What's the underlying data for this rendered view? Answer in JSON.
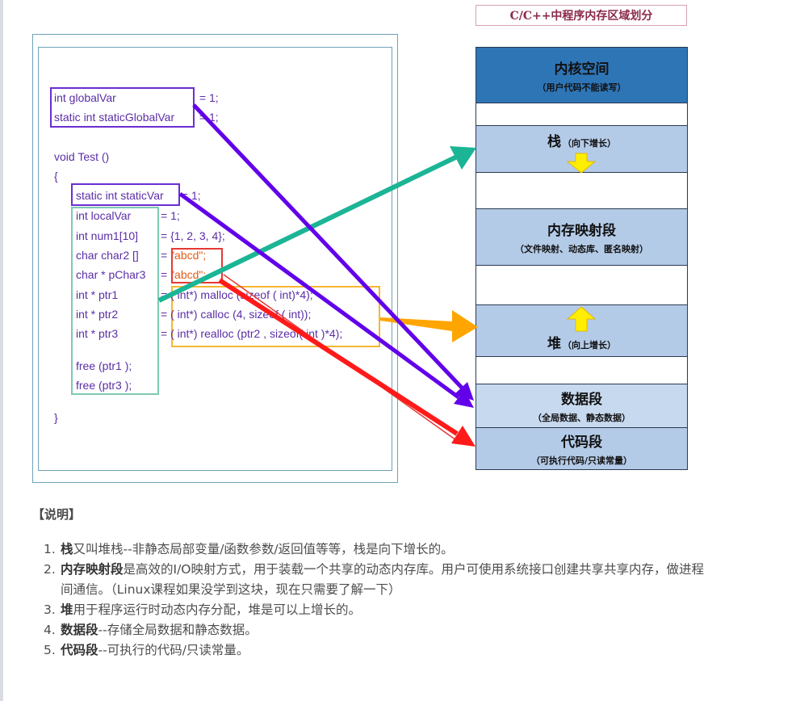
{
  "title": "C/C++中程序内存区域划分",
  "code": {
    "line_global_a": "int globalVar",
    "line_global_b": " = 1;",
    "line_static_global_a": "static int staticGlobalVar",
    "line_static_global_b": " = 1;",
    "line_void": "void Test ()",
    "line_open": "{",
    "line_static_a": "static int staticVar",
    "line_static_b": " = 1;",
    "decl_local": "int localVar",
    "decl_num1": "int num1[10]",
    "decl_char2": "char char2 []",
    "decl_pchar3": "char * pChar3",
    "decl_ptr1": "int * ptr1",
    "decl_ptr2": "int * ptr2",
    "decl_ptr3": "int * ptr3",
    "decl_free1": "free (ptr1 );",
    "decl_free3": "free (ptr3 );",
    "init_local": "= 1;",
    "init_num1": "= {1, 2, 3, 4};",
    "init_char2_eq": "= ",
    "init_char2_str": "\"abcd\";",
    "init_pchar3_eq": "= ",
    "init_pchar3_str": "\"abcd\";",
    "init_ptr1": "= ( int*) malloc (sizeof ( int)*4);",
    "init_ptr2": "= ( int*) calloc (4, sizeof ( int));",
    "init_ptr3": "= ( int*) realloc (ptr2 , sizeof( int )*4);",
    "line_close": "}"
  },
  "segments": {
    "kernel": {
      "main": "内核空间",
      "sub": "（用户代码不能读写）"
    },
    "stack": {
      "main": "栈",
      "sub": "（向下增长）"
    },
    "mmap": {
      "main": "内存映射段",
      "sub": "（文件映射、动态库、匿名映射）"
    },
    "heap": {
      "main": "堆",
      "sub": "（向上增长）"
    },
    "data": {
      "main": "数据段",
      "sub": "（全局数据、静态数据）"
    },
    "text": {
      "main": "代码段",
      "sub": "（可执行代码/只读常量）"
    }
  },
  "colors": {
    "kernel_bg": "#2e75b6",
    "segment_bg": "#b4cbe8",
    "empty_bg": "#ffffff",
    "arrow_teal": "#1bb596",
    "arrow_orange": "#ffa500",
    "arrow_purple": "#6200ea",
    "arrow_red": "#ff1a1a",
    "box_purple": "#6b2ed1",
    "box_teal": "#7ec9b3",
    "box_red": "#e53935",
    "box_orange": "#f5b731",
    "yellow_arrow": "#ffee00"
  },
  "notes": {
    "heading": "【说明】",
    "items": [
      {
        "num": "1.",
        "bold": "栈",
        "text": "又叫堆栈--非静态局部变量/函数参数/返回值等等，栈是向下增长的。"
      },
      {
        "num": "2.",
        "bold": "内存映射段",
        "text": "是高效的I/O映射方式，用于装载一个共享的动态内存库。用户可使用系统接口创建共享共享内存，做进程间通信。（Linux课程如果没学到这块，现在只需要了解一下）"
      },
      {
        "num": "3.",
        "bold": "堆",
        "text": "用于程序运行时动态内存分配，堆是可以上增长的。"
      },
      {
        "num": "4.",
        "bold": "数据段",
        "text": "--存储全局数据和静态数据。"
      },
      {
        "num": "5.",
        "bold": "代码段",
        "text": "--可执行的代码/只读常量。"
      }
    ]
  }
}
